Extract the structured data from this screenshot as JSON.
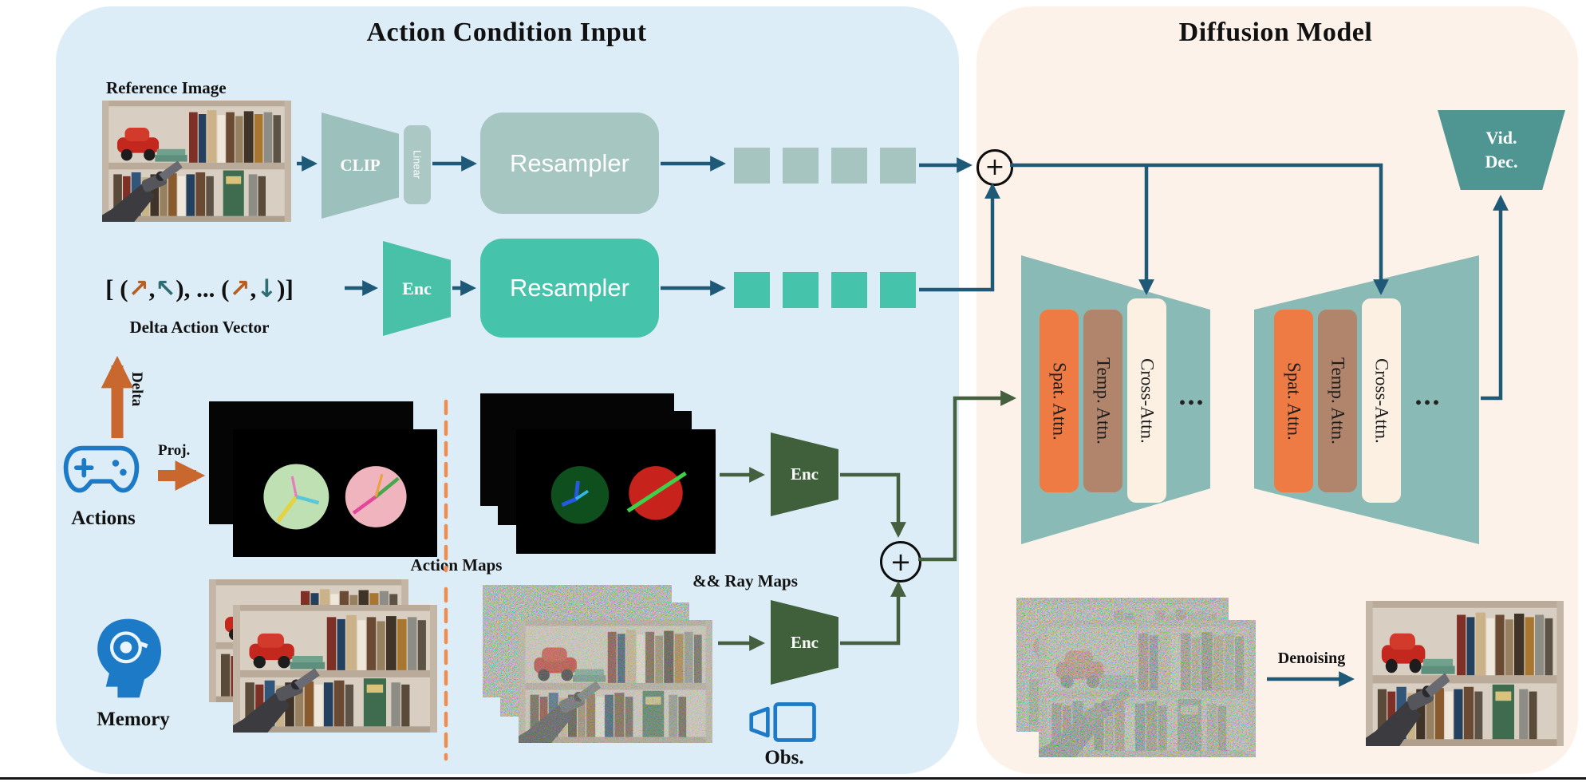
{
  "diagram": {
    "left_panel_title": "Action Condition Input",
    "right_panel_title": "Diffusion Model"
  },
  "labels": {
    "reference_image": "Reference Image",
    "delta_action_vector": "Delta Action Vector",
    "delta": "Delta",
    "actions": "Actions",
    "proj": "Proj.",
    "action_maps": "Action Maps",
    "ray_maps": "&& Ray Maps",
    "memory": "Memory",
    "obs": "Obs.",
    "denoising": "Denoising"
  },
  "blocks": {
    "clip": "CLIP",
    "linear": "Linear",
    "resampler_image": "Resampler",
    "resampler_action": "Resampler",
    "enc_action": "Enc",
    "enc_maps": "Enc",
    "enc_noisy": "Enc",
    "spat_attn": "Spat. Attn.",
    "temp_attn": "Temp. Attn.",
    "cross_attn": "Cross-Attn.",
    "ellipsis": "...",
    "vid_dec_line1": "Vid.",
    "vid_dec_line2": "Dec."
  },
  "operators": {
    "plus": "+"
  },
  "delta_vector": {
    "open": "[ (",
    "arrow_up_right_1": "↗",
    "comma1": ",",
    "arrow_up_left": "↖",
    "mid": "), ... (",
    "arrow_up_right_2": "↗",
    "comma2": ",",
    "arrow_down": "↓",
    "close": ")]"
  },
  "colors": {
    "left_panel_bg": "#dcedf8",
    "right_panel_bg": "#fdf2e9",
    "teal_accent": "#46c3ab",
    "gray_teal": "#a6c6c2",
    "dark_green": "#40603c",
    "arrow_blue": "#1e5a78",
    "arrow_green": "#44603f",
    "arrow_orange": "#c8682f",
    "unet_teal": "#8abab6",
    "spat_attn_orange": "#ee7b44",
    "temp_attn_brown": "#b1846c",
    "cross_attn_cream": "#fbf0e2",
    "vid_dec_teal": "#4f9693",
    "icon_blue": "#1d7ac6",
    "dashed_orange": "#f08c4e"
  }
}
